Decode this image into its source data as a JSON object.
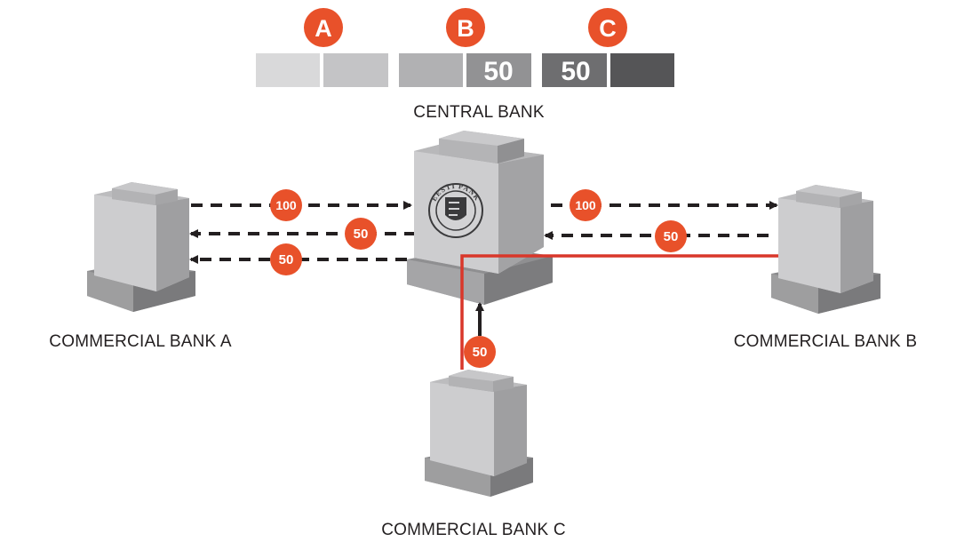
{
  "header": {
    "markers": [
      "A",
      "B",
      "C"
    ],
    "bar_values": {
      "b_second": "50",
      "c_first": "50"
    }
  },
  "labels": {
    "central_bank": "CENTRAL BANK",
    "bank_a": "COMMERCIAL BANK A",
    "bank_b": "COMMERCIAL BANK B",
    "bank_c": "COMMERCIAL BANK C"
  },
  "flows": {
    "a_to_central": "100",
    "central_to_a_1": "50",
    "central_to_a_2": "50",
    "central_to_b": "100",
    "b_to_central": "50",
    "c_to_central": "50"
  },
  "seal_text": "EESTI PANK",
  "colors": {
    "accent": "#e8512a",
    "red_line": "#d9372a",
    "arrow": "#231f20",
    "bar_light": "#d9d9da",
    "bar_mid": "#c4c4c6",
    "bar_b": "#b1b1b3",
    "bar_b2": "#929294",
    "bar_c": "#6e6e70",
    "bar_c2": "#555557"
  }
}
